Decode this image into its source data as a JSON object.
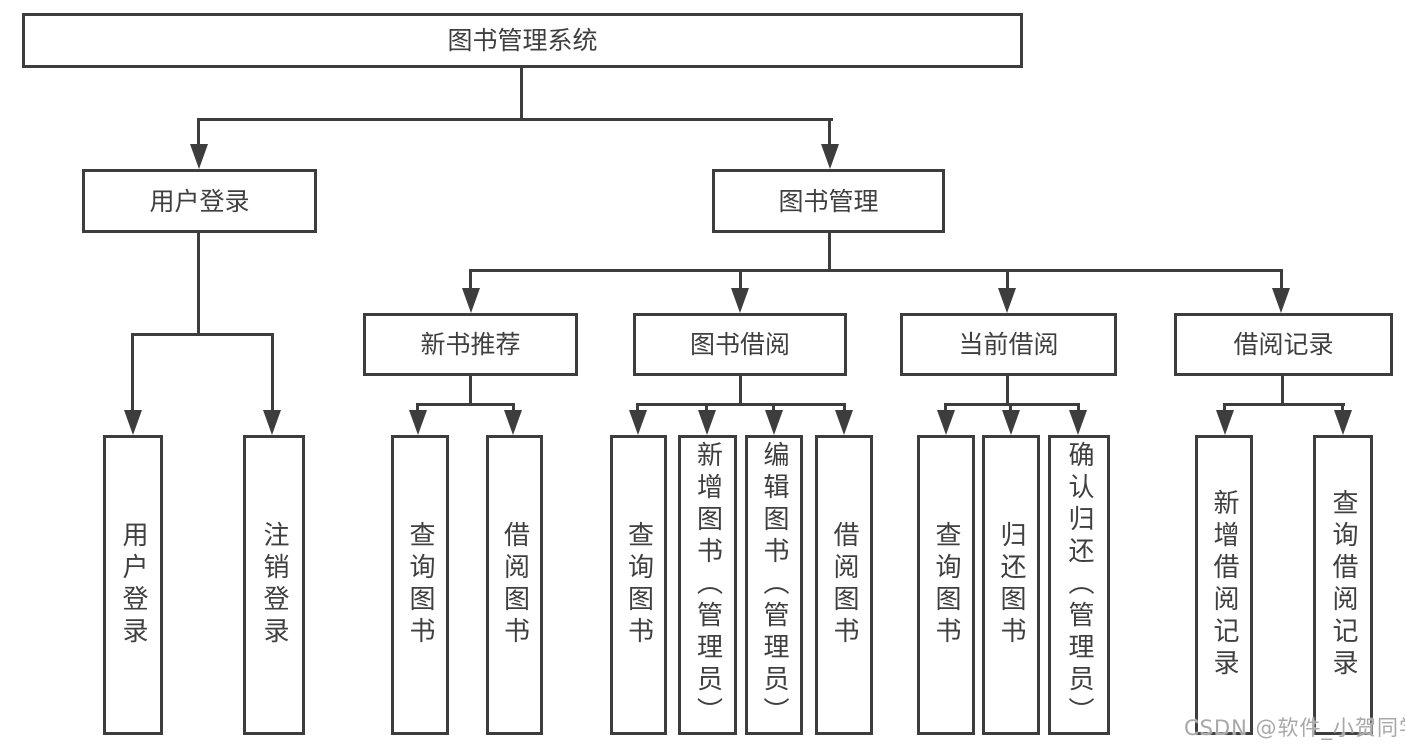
{
  "diagram": {
    "title": "图书管理系统",
    "root": {
      "label": "图书管理系统"
    },
    "level2": [
      {
        "id": "user-login",
        "label": "用户登录"
      },
      {
        "id": "book-management",
        "label": "图书管理"
      }
    ],
    "level3": [
      {
        "id": "new-book-recommend",
        "label": "新书推荐"
      },
      {
        "id": "book-borrow",
        "label": "图书借阅"
      },
      {
        "id": "current-borrow",
        "label": "当前借阅"
      },
      {
        "id": "borrow-records",
        "label": "借阅记录"
      }
    ],
    "leaves": [
      {
        "id": "user-login-leaf",
        "parent": "用户登录",
        "label": "用户登录"
      },
      {
        "id": "logout",
        "parent": "用户登录",
        "label": "注销登录"
      },
      {
        "id": "query-books-1",
        "parent": "新书推荐",
        "label": "查询图书"
      },
      {
        "id": "borrow-books-1",
        "parent": "新书推荐",
        "label": "借阅图书"
      },
      {
        "id": "query-books-2",
        "parent": "图书借阅",
        "label": "查询图书"
      },
      {
        "id": "add-books-admin",
        "parent": "图书借阅",
        "label": "新增图书（管理员）"
      },
      {
        "id": "edit-books-admin",
        "parent": "图书借阅",
        "label": "编辑图书（管理员）"
      },
      {
        "id": "borrow-books-2",
        "parent": "图书借阅",
        "label": "借阅图书"
      },
      {
        "id": "query-books-3",
        "parent": "当前借阅",
        "label": "查询图书"
      },
      {
        "id": "return-books",
        "parent": "当前借阅",
        "label": "归还图书"
      },
      {
        "id": "confirm-return-admin",
        "parent": "当前借阅",
        "label": "确认归还（管理员）"
      },
      {
        "id": "add-borrow-record",
        "parent": "借阅记录",
        "label": "新增借阅记录"
      },
      {
        "id": "query-borrow-record",
        "parent": "借阅记录",
        "label": "查询借阅记录"
      }
    ]
  },
  "watermark": {
    "text": "CSDN @软件_小贺同学"
  },
  "colors": {
    "line": "#3d3d3d",
    "text": "#3f3f3f",
    "box_background": "#ffffff",
    "page_background": "#ffffff",
    "watermark": "#a8a8a8"
  }
}
